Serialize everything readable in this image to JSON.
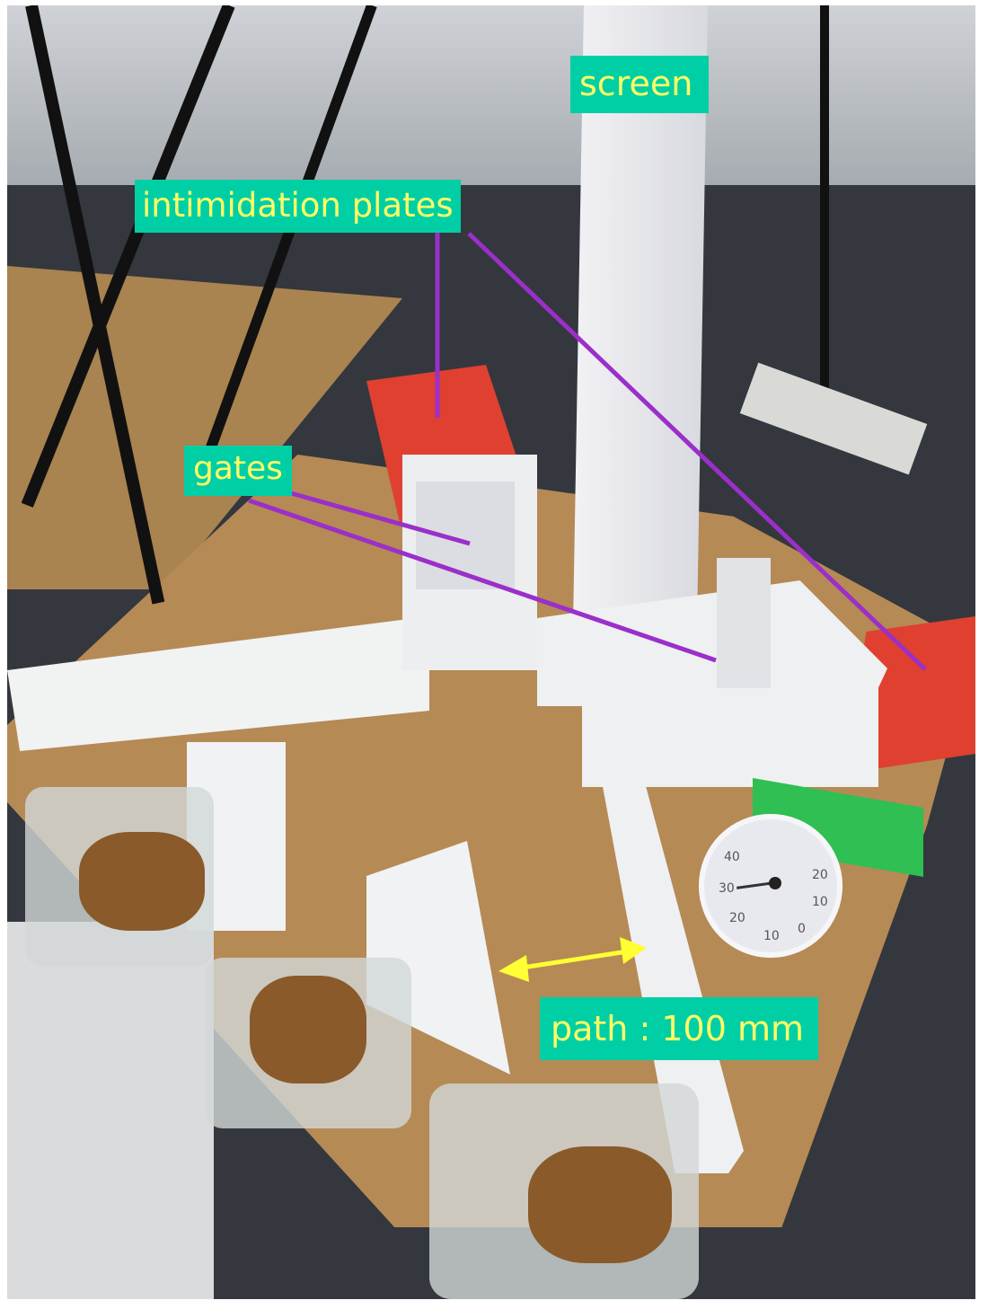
{
  "labels": {
    "screen": "screen",
    "intimidation_plates": "intimidation plates",
    "gates": "gates",
    "path": "path : 100 mm"
  },
  "thermometer": {
    "scale": [
      "40",
      "30",
      "20",
      "10",
      "0",
      "10",
      "20"
    ]
  },
  "colors": {
    "label_bg": "#00cfa5",
    "label_text": "#ffff66",
    "pointer_line": "#9b2fc9",
    "arrow": "#ffff33",
    "cork": "#b58a55",
    "red_plate": "#e0402f",
    "bench": "#3a3d44"
  }
}
